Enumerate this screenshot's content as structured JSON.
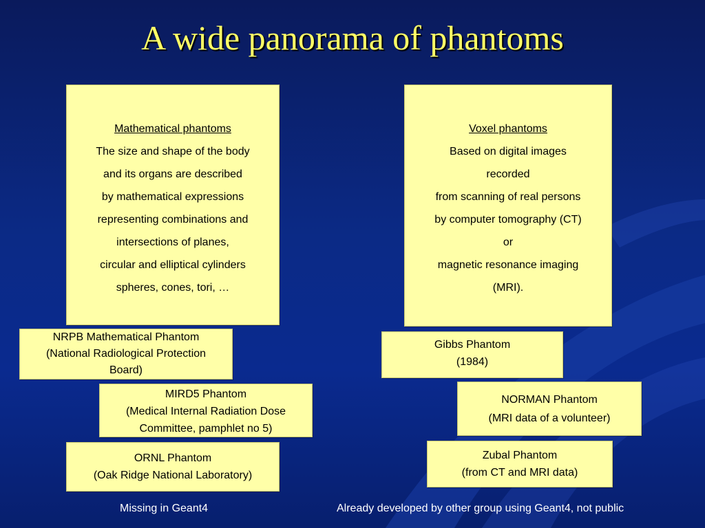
{
  "title": "A wide panorama of phantoms",
  "left": {
    "main": {
      "heading": "Mathematical phantoms",
      "lines": [
        "The size and shape of the body",
        "and its organs are described",
        "by mathematical expressions",
        "representing combinations and",
        "intersections of planes,",
        "circular and elliptical cylinders",
        "spheres, cones, tori, …"
      ]
    },
    "nrpb": [
      "NRPB Mathematical Phantom",
      "(National Radiological Protection",
      "Board)"
    ],
    "mird5": [
      "MIRD5 Phantom",
      "(Medical Internal Radiation Dose",
      "Committee, pamphlet no 5)"
    ],
    "ornl": [
      "ORNL Phantom",
      "(Oak Ridge National Laboratory)"
    ],
    "caption": "Missing in Geant4"
  },
  "right": {
    "main": {
      "heading": "Voxel phantoms",
      "lines": [
        "Based on digital images",
        "recorded",
        " from scanning of real persons",
        "by computer tomography (CT)",
        "or",
        "magnetic resonance imaging",
        "(MRI)."
      ]
    },
    "gibbs": [
      "Gibbs Phantom",
      "(1984)"
    ],
    "norman": [
      "NORMAN Phantom",
      "(MRI data of a volunteer)"
    ],
    "zubal": [
      "Zubal Phantom",
      "(from CT and MRI data)"
    ],
    "caption": "Already developed by other group using Geant4, not public"
  },
  "colors": {
    "background": "#0b2a86",
    "title": "#ffff66",
    "box": "#ffffa8",
    "caption": "#ffffff"
  }
}
